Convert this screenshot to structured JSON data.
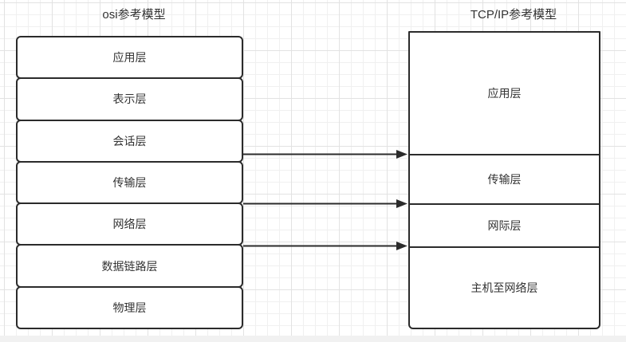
{
  "colors": {
    "stroke": "#2b2b2b",
    "text": "#333333",
    "grid_minor": "#f0f0f0",
    "grid_major": "#e2e2e2",
    "background": "#ffffff"
  },
  "osi": {
    "title": "osi参考模型",
    "layers": [
      {
        "label": "应用层"
      },
      {
        "label": "表示层"
      },
      {
        "label": "会话层"
      },
      {
        "label": "传输层"
      },
      {
        "label": "网络层"
      },
      {
        "label": "数据链路层"
      },
      {
        "label": "物理层"
      }
    ]
  },
  "tcpip": {
    "title": "TCP/IP参考模型",
    "layers": [
      {
        "label": "应用层"
      },
      {
        "label": "传输层"
      },
      {
        "label": "网际层"
      },
      {
        "label": "主机至网络层"
      }
    ]
  },
  "arrows": [
    {
      "from": "会话层",
      "to": "应用层/传输层边界"
    },
    {
      "from": "传输层",
      "to": "传输层/网际层边界"
    },
    {
      "from": "网络层",
      "to": "网际层/主机至网络层边界"
    }
  ]
}
